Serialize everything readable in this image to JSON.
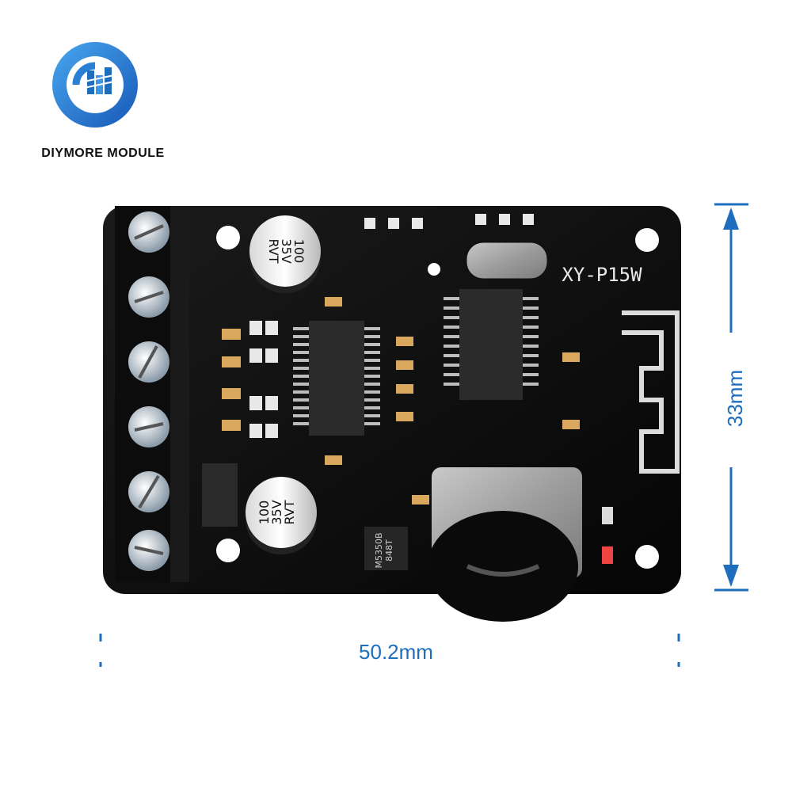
{
  "brand": {
    "name": "DIYMORE MODULE",
    "logo_icon": "diymore-logo-icon",
    "primary_color": "#2a7fd4"
  },
  "product": {
    "model_label": "XY-P15W",
    "capacitor_1": [
      "100",
      "35V",
      "RVT"
    ],
    "capacitor_2": [
      "100",
      "35V",
      "RVT"
    ],
    "regulator_marking": [
      "M5350B",
      "848T"
    ]
  },
  "dimensions": {
    "width": "50.2mm",
    "height": "33mm",
    "color": "#1f6ebd"
  }
}
